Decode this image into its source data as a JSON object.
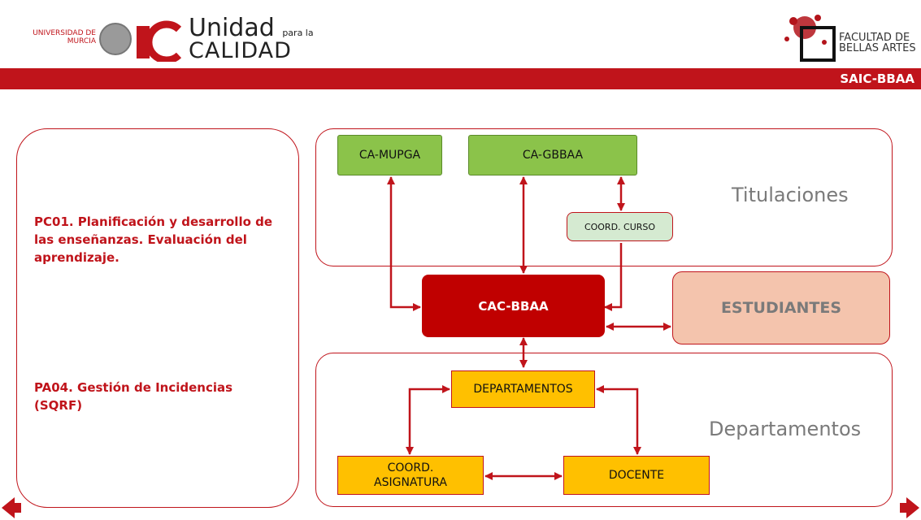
{
  "header": {
    "university": "UNIVERSIDAD DE MURCIA",
    "unidad": "Unidad",
    "para_la": "para la",
    "calidad": "CALIDAD",
    "faculty_line1": "FACULTAD DE",
    "faculty_line2": "BELLAS ARTES",
    "code": "SAIC-BBAA"
  },
  "left_panel": {
    "item1": "PC01. Planificación y desarrollo de las enseñanzas. Evaluación del aprendizaje.",
    "item2": "PA04. Gestión de Incidencias (SQRF)"
  },
  "diagram": {
    "titulaciones_label": "Titulaciones",
    "departamentos_label": "Departamentos",
    "ca_mupga": "CA-MUPGA",
    "ca_gbbaa": "CA-GBBAA",
    "coord_curso": "COORD. CURSO",
    "cac": "CAC-BBAA",
    "estudiantes": "ESTUDIANTES",
    "departamentos": "DEPARTAMENTOS",
    "coord_asig_1": "COORD.",
    "coord_asig_2": "ASIGNATURA",
    "docente": "DOCENTE"
  },
  "colors": {
    "brand_red": "#c0141b",
    "green": "#8bc34a",
    "yellow": "#ffc000",
    "salmon": "#f4c4ad"
  }
}
